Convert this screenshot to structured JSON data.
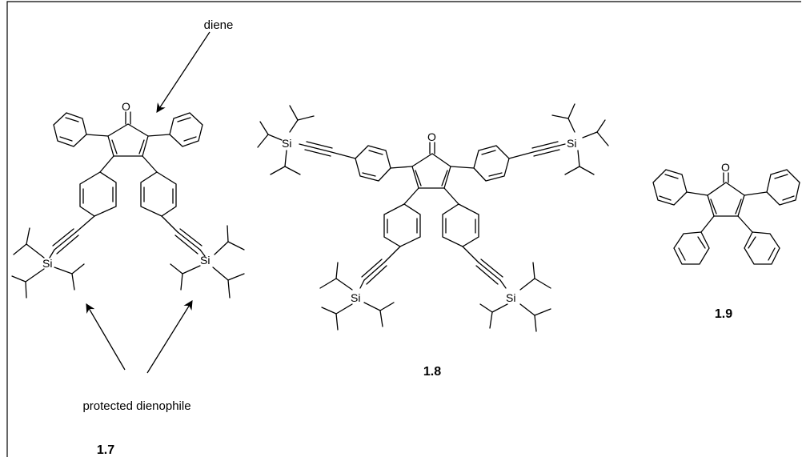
{
  "annotations": {
    "diene": "diene",
    "protected_dienophile": "protected dienophile"
  },
  "compounds": [
    {
      "label": "1.7",
      "atoms": {
        "oxygen": "O",
        "silicon_left": "Si",
        "silicon_right": "Si"
      }
    },
    {
      "label": "1.8",
      "atoms": {
        "oxygen": "O",
        "silicon_top_left": "Si",
        "silicon_top_right": "Si",
        "silicon_bottom_left": "Si",
        "silicon_bottom_right": "Si"
      }
    },
    {
      "label": "1.9",
      "atoms": {
        "oxygen": "O"
      }
    }
  ]
}
